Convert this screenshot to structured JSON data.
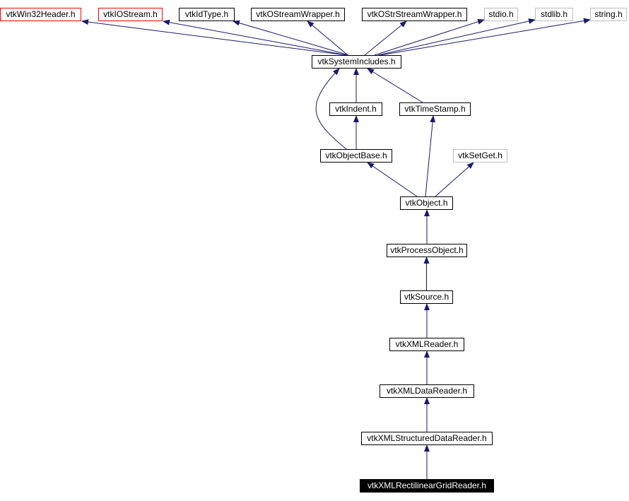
{
  "colors": {
    "edge": "#191970",
    "missing_border": "#ff0000",
    "external_border": "#bfbfbf",
    "current_fill": "#000000"
  },
  "nodes": [
    {
      "id": "win32",
      "label": "vtkWin32Header.h",
      "style": "red"
    },
    {
      "id": "iostream",
      "label": "vtkIOStream.h",
      "style": "red"
    },
    {
      "id": "idtype",
      "label": "vtkIdType.h",
      "style": "normal"
    },
    {
      "id": "ostreamwrapper",
      "label": "vtkOStreamWrapper.h",
      "style": "normal"
    },
    {
      "id": "ostrstreamwrapper",
      "label": "vtkOStrStreamWrapper.h",
      "style": "normal"
    },
    {
      "id": "stdio",
      "label": "stdio.h",
      "style": "gray"
    },
    {
      "id": "stdlib",
      "label": "stdlib.h",
      "style": "gray"
    },
    {
      "id": "string",
      "label": "string.h",
      "style": "gray"
    },
    {
      "id": "systemincludes",
      "label": "vtkSystemIncludes.h",
      "style": "normal"
    },
    {
      "id": "indent",
      "label": "vtkIndent.h",
      "style": "normal"
    },
    {
      "id": "timestamp",
      "label": "vtkTimeStamp.h",
      "style": "normal"
    },
    {
      "id": "objectbase",
      "label": "vtkObjectBase.h",
      "style": "normal"
    },
    {
      "id": "setget",
      "label": "vtkSetGet.h",
      "style": "gray"
    },
    {
      "id": "object",
      "label": "vtkObject.h",
      "style": "normal"
    },
    {
      "id": "processobject",
      "label": "vtkProcessObject.h",
      "style": "normal"
    },
    {
      "id": "source",
      "label": "vtkSource.h",
      "style": "normal"
    },
    {
      "id": "xmlreader",
      "label": "vtkXMLReader.h",
      "style": "normal"
    },
    {
      "id": "xmldatareader",
      "label": "vtkXMLDataReader.h",
      "style": "normal"
    },
    {
      "id": "xmlstructureddatareader",
      "label": "vtkXMLStructuredDataReader.h",
      "style": "normal"
    },
    {
      "id": "xmlrectilineargridreader",
      "label": "vtkXMLRectilinearGridReader.h",
      "style": "current"
    }
  ],
  "edges": [
    {
      "from": "systemincludes",
      "to": "win32"
    },
    {
      "from": "systemincludes",
      "to": "iostream"
    },
    {
      "from": "systemincludes",
      "to": "idtype"
    },
    {
      "from": "systemincludes",
      "to": "ostreamwrapper"
    },
    {
      "from": "systemincludes",
      "to": "ostrstreamwrapper"
    },
    {
      "from": "systemincludes",
      "to": "stdio"
    },
    {
      "from": "systemincludes",
      "to": "stdlib"
    },
    {
      "from": "systemincludes",
      "to": "string"
    },
    {
      "from": "indent",
      "to": "systemincludes"
    },
    {
      "from": "timestamp",
      "to": "systemincludes"
    },
    {
      "from": "objectbase",
      "to": "systemincludes"
    },
    {
      "from": "objectbase",
      "to": "indent"
    },
    {
      "from": "object",
      "to": "objectbase"
    },
    {
      "from": "object",
      "to": "timestamp"
    },
    {
      "from": "object",
      "to": "setget"
    },
    {
      "from": "processobject",
      "to": "object"
    },
    {
      "from": "source",
      "to": "processobject"
    },
    {
      "from": "xmlreader",
      "to": "source"
    },
    {
      "from": "xmldatareader",
      "to": "xmlreader"
    },
    {
      "from": "xmlstructureddatareader",
      "to": "xmldatareader"
    },
    {
      "from": "xmlrectilineargridreader",
      "to": "xmlstructureddatareader"
    }
  ]
}
